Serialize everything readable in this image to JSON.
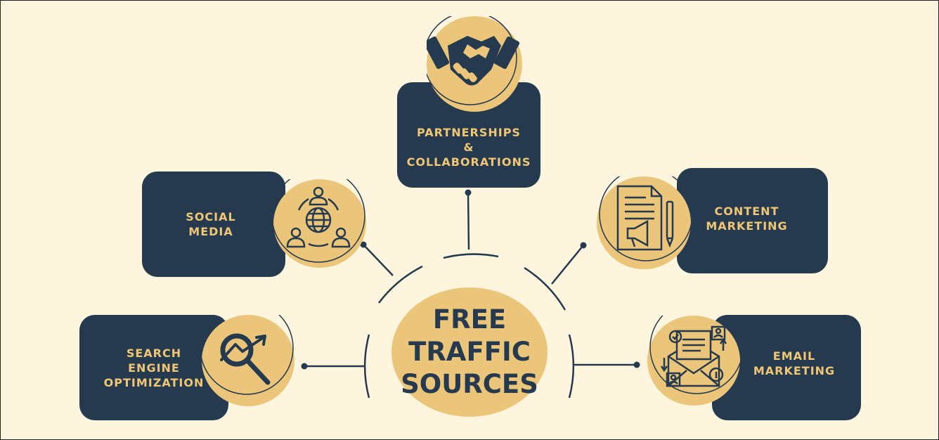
{
  "center": {
    "line1": "FREE",
    "line2": "TRAFFIC",
    "line3": "SOURCES"
  },
  "nodes": {
    "partnerships": {
      "line1": "PARTNERSHIPS",
      "line2": "&",
      "line3": "COLLABORATIONS",
      "icon": "handshake-icon"
    },
    "social": {
      "line1": "SOCIAL",
      "line2": "MEDIA",
      "icon": "social-network-icon"
    },
    "content": {
      "line1": "CONTENT",
      "line2": "MARKETING",
      "icon": "content-marketing-icon"
    },
    "seo": {
      "line1": "SEARCH",
      "line2": "ENGINE",
      "line3": "OPTIMIZATION",
      "icon": "seo-magnifier-icon"
    },
    "email": {
      "line1": "EMAIL",
      "line2": "MARKETING",
      "icon": "email-marketing-icon"
    }
  },
  "colors": {
    "background": "#fdf5dd",
    "navy": "#253a4e",
    "gold": "#ebc57a",
    "label": "#f0c675"
  }
}
